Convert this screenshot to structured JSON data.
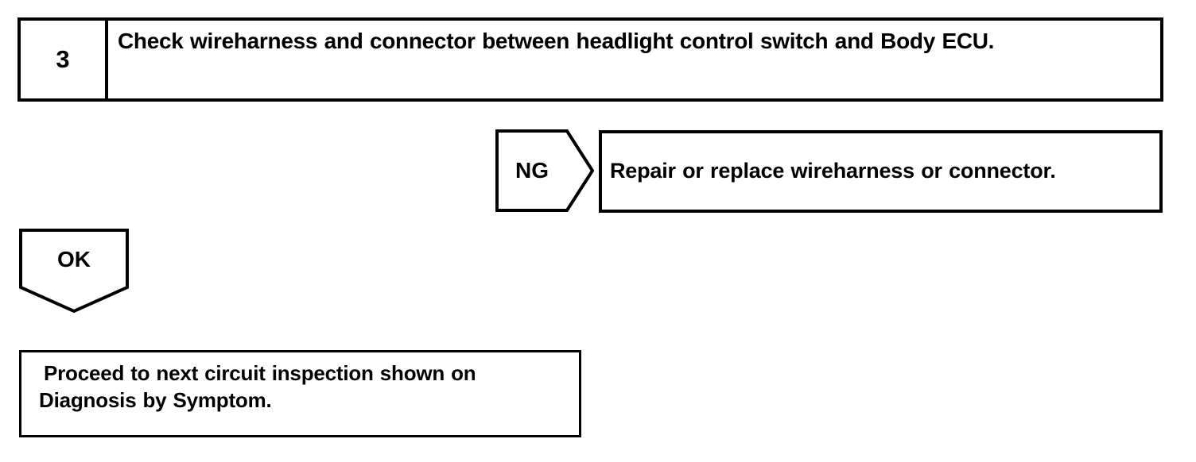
{
  "document": {
    "type": "automotive-diagnostic-flowchart",
    "background_color": "#ffffff",
    "line_color": "#000000",
    "text_color": "#000000"
  },
  "step": {
    "number": "3",
    "instruction": "Check wireharness and connector between headlight control switch and Body ECU."
  },
  "branches": {
    "ng": {
      "tag_label": "NG",
      "shape": "pentagon-right",
      "result_text": "Repair or replace wireharness or connector."
    },
    "ok": {
      "tag_label": "OK",
      "shape": "pentagon-down"
    }
  },
  "outcome": {
    "line_1": "Proceed to next circuit inspection shown on",
    "line_2": "Diagnosis by Symptom."
  }
}
